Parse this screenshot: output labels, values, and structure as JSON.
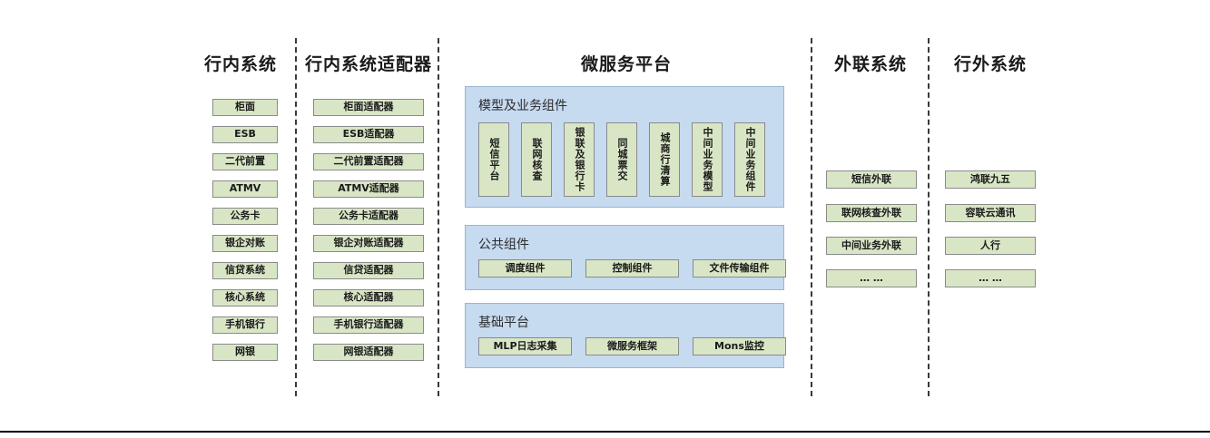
{
  "columns": [
    {
      "id": "inbank",
      "title": "行内系统",
      "items": [
        "柜面",
        "ESB",
        "二代前置",
        "ATMV",
        "公务卡",
        "银企对账",
        "信贷系统",
        "核心系统",
        "手机银行",
        "网银"
      ]
    },
    {
      "id": "inbank-adapter",
      "title": "行内系统适配器",
      "items": [
        "柜面适配器",
        "ESB适配器",
        "二代前置适配器",
        "ATMV适配器",
        "公务卡适配器",
        "银企对账适配器",
        "信贷适配器",
        "核心适配器",
        "手机银行适配器",
        "网银适配器"
      ]
    },
    {
      "id": "external-link",
      "title": "外联系统",
      "items": [
        "短信外联",
        "联网核查外联",
        "中间业务外联",
        "… …"
      ]
    },
    {
      "id": "outbank",
      "title": "行外系统",
      "items": [
        "鸿联九五",
        "容联云通讯",
        "人行",
        "… …"
      ]
    }
  ],
  "platform": {
    "title": "微服务平台",
    "panels": [
      {
        "id": "model-business",
        "title": "模型及业务组件",
        "orientation": "vertical",
        "items": [
          "短信平台",
          "联网核查",
          "银联及银行卡",
          "同城票交",
          "城商行清算",
          "中间业务模型",
          "中间业务组件"
        ]
      },
      {
        "id": "common-components",
        "title": "公共组件",
        "orientation": "horizontal",
        "items": [
          "调度组件",
          "控制组件",
          "文件传输组件"
        ]
      },
      {
        "id": "base-platform",
        "title": "基础平台",
        "orientation": "horizontal",
        "items": [
          "MLP日志采集",
          "微服务框架",
          "Mons监控"
        ]
      }
    ]
  },
  "colors": {
    "node_fill": "#d9e6c6",
    "node_border": "#8a8a8a",
    "panel_fill": "#c6daf0",
    "panel_border": "#9ab4cf",
    "separator": "#3a3a3a",
    "text": "#1a1a1a"
  }
}
